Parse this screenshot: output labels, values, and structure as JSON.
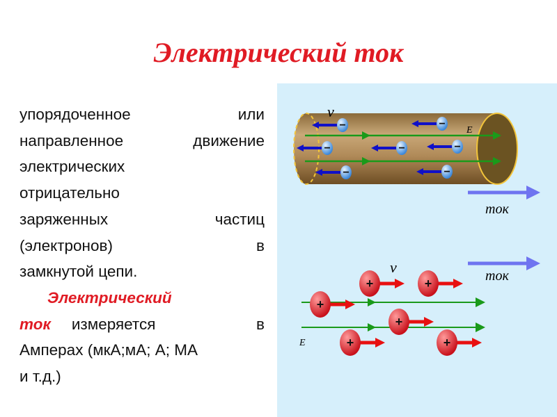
{
  "title": "Электрический ток",
  "body": {
    "lines": [
      "упорядоченное или",
      "направленное движение",
      "электрических",
      "отрицательно",
      "заряженных частиц",
      "(электронов) в",
      "замкнутой цепи."
    ],
    "term_line1": "Электрический",
    "term_line2": "ток",
    "rest_line2": "измеряется в",
    "units_line": "Амперах (мкА;мА; А; МА",
    "last_line": "и т.д.)"
  },
  "diagram": {
    "velocity_label": "v",
    "field_label": "E",
    "current_label": "ток",
    "electron_sign": "−",
    "ion_sign": "+",
    "colors": {
      "panel": "#d6effb",
      "title": "#e01b24",
      "field": "#1a9a1a",
      "electron_arrow": "#1010c8",
      "ion_arrow": "#e81010",
      "current_arrow": "#6f74f0"
    }
  }
}
